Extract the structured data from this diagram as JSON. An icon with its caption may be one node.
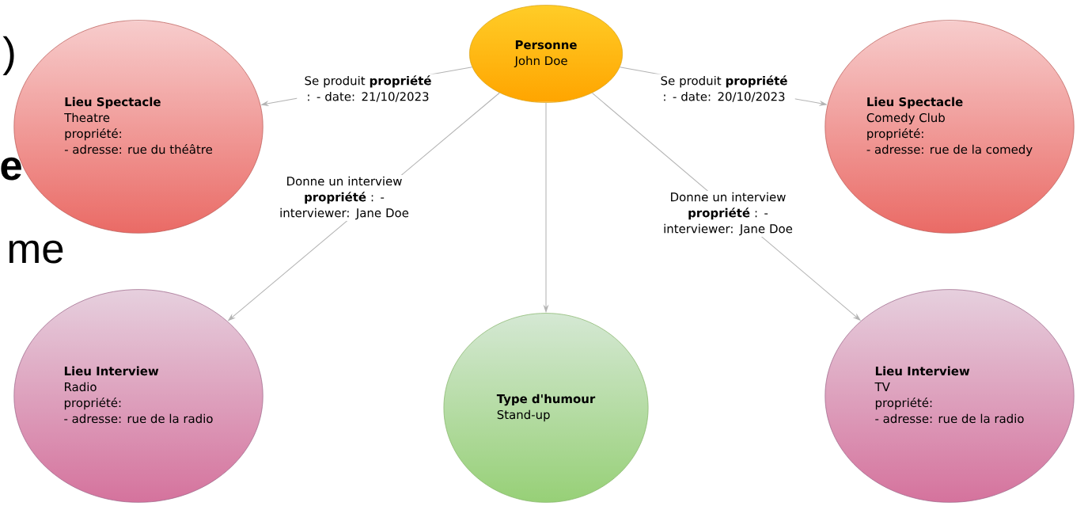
{
  "diagram": {
    "nodes": [
      {
        "text": [
          "Personne",
          "John Doe"
        ]
      },
      {
        "text": [
          "Lieu Spectacle",
          "Theatre",
          "propriété:",
          "- adresse: rue du théâtre"
        ]
      },
      {
        "text": [
          "Lieu Spectacle",
          "Comedy Club",
          "propriété:",
          "- adresse: rue de la comedy"
        ]
      },
      {
        "text": [
          "Lieu Interview",
          "Radio",
          "propriété:",
          "- adresse: rue de la radio"
        ]
      },
      {
        "text": [
          "Type d'humour",
          "Stand-up"
        ]
      },
      {
        "text": [
          "Lieu Interview",
          "TV",
          "propriété:",
          "- adresse: rue de la radio"
        ]
      }
    ],
    "edges": [
      {
        "from": 0,
        "to": 1,
        "arrow": "to",
        "label": "Se produit **propriété** : - date: 21/10/2023"
      },
      {
        "from": 0,
        "to": 2,
        "arrow": "to",
        "label": "Se produit **propriété** : - date: 20/10/2023"
      },
      {
        "from": 0,
        "to": 3,
        "arrow": "to",
        "label": "Donne un interview **propriété** : - interviewer: Jane Doe"
      },
      {
        "from": 0,
        "to": 4,
        "arrow": "to"
      },
      {
        "from": 0,
        "to": 5,
        "arrow": "to",
        "label": "Donne un interview **propriété** : - interviewer: Jane Doe"
      }
    ],
    "labels": [
      ")",
      "e",
      "me"
    ]
  }
}
